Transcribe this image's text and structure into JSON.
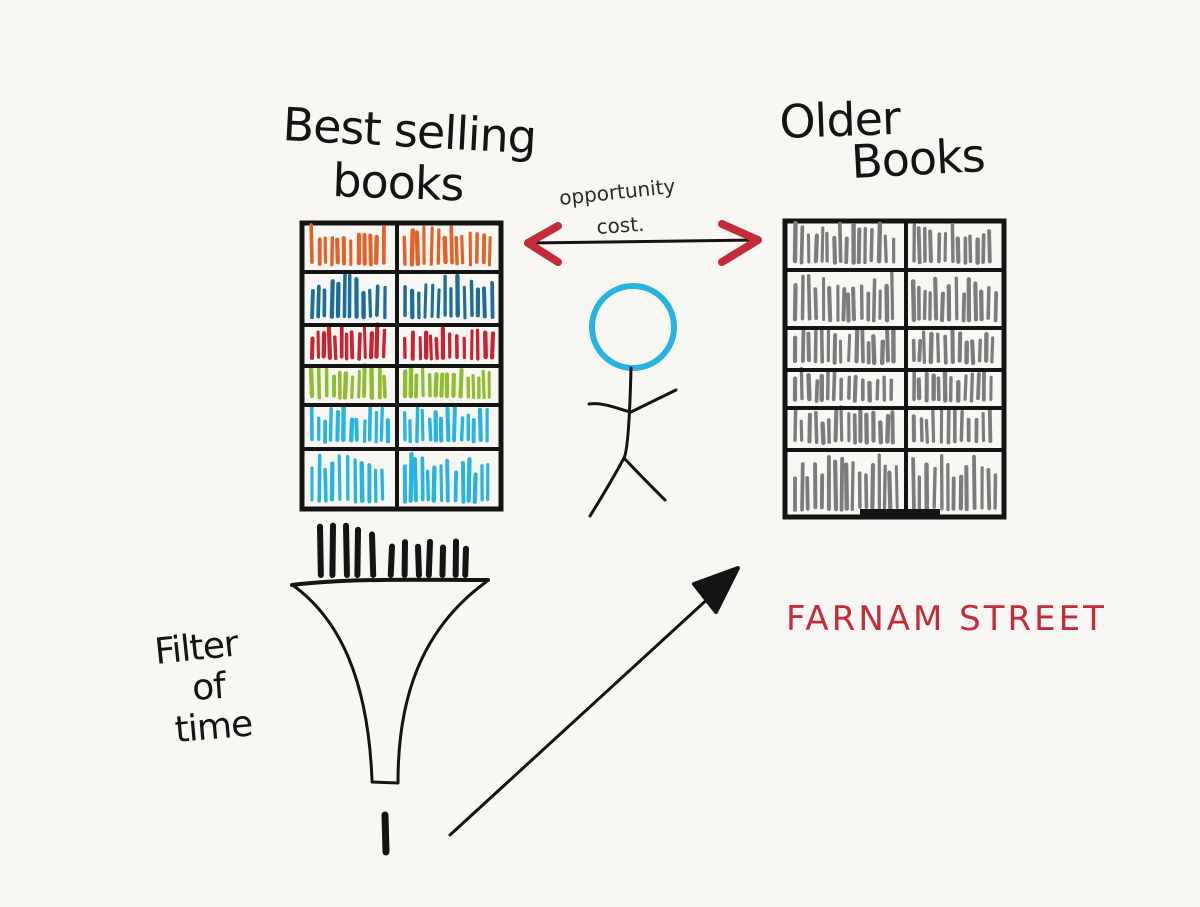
{
  "labels": {
    "best_selling_line1": "Best selling",
    "best_selling_line2": "books",
    "older_line1": "Older",
    "older_line2": "Books",
    "opportunity_line1": "opportunity",
    "opportunity_line2": "cost.",
    "filter_line1": "Filter",
    "filter_line2": "of",
    "filter_line3": "time",
    "brand": "FARNAM STREET"
  },
  "colors": {
    "ink": "#141414",
    "shelf_rows_left": [
      "#e2622a",
      "#1c6e96",
      "#c8232f",
      "#8fbd2f",
      "#27b5e0",
      "#27b5e0"
    ],
    "older_books": "#7c7c7c",
    "arrow_tips": "#c52c3a",
    "head": "#27b5e0",
    "brand": "#c52c3a"
  },
  "icons": {
    "person": "stick-figure-icon",
    "funnel": "funnel-icon",
    "arrow": "arrow-up-right-icon"
  }
}
